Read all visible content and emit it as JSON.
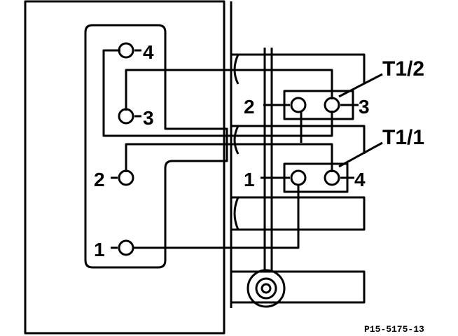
{
  "left_terminals": [
    "4",
    "3",
    "2",
    "1"
  ],
  "right_upper": {
    "left": "2",
    "right": "3"
  },
  "right_lower": {
    "left": "1",
    "right": "4"
  },
  "callouts": {
    "upper": "T1/2",
    "lower": "T1/1"
  },
  "reference": "P15-5175-13"
}
